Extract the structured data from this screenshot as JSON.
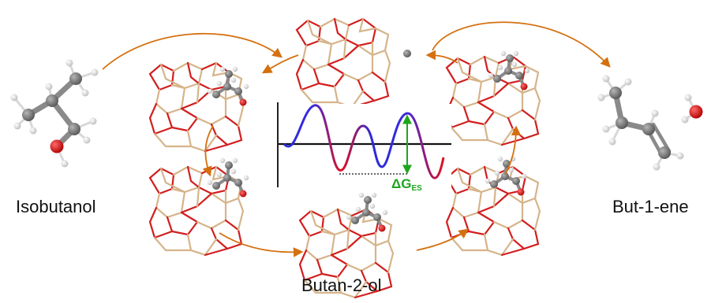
{
  "labels": {
    "isobutanol": "Isobutanol",
    "butene": "But-1-ene",
    "butanol": "Butan-2-ol",
    "energy_span": "ΔG",
    "energy_span_sub": "ES"
  },
  "colors": {
    "arrow": "#d4700f",
    "zeolite_red": "#d21e1e",
    "zeolite_tan": "#d6b48a",
    "carbon": "#7a7a7a",
    "hydrogen": "#f2f2f2",
    "oxygen": "#e01010",
    "energy_span": "#1ea51e",
    "profile_start": "#2a2ad8",
    "profile_end": "#e01020"
  },
  "icons": [
    "zeolite-framework",
    "isobutanol-molecule",
    "butene-molecule",
    "water-molecule",
    "energy-profile"
  ]
}
